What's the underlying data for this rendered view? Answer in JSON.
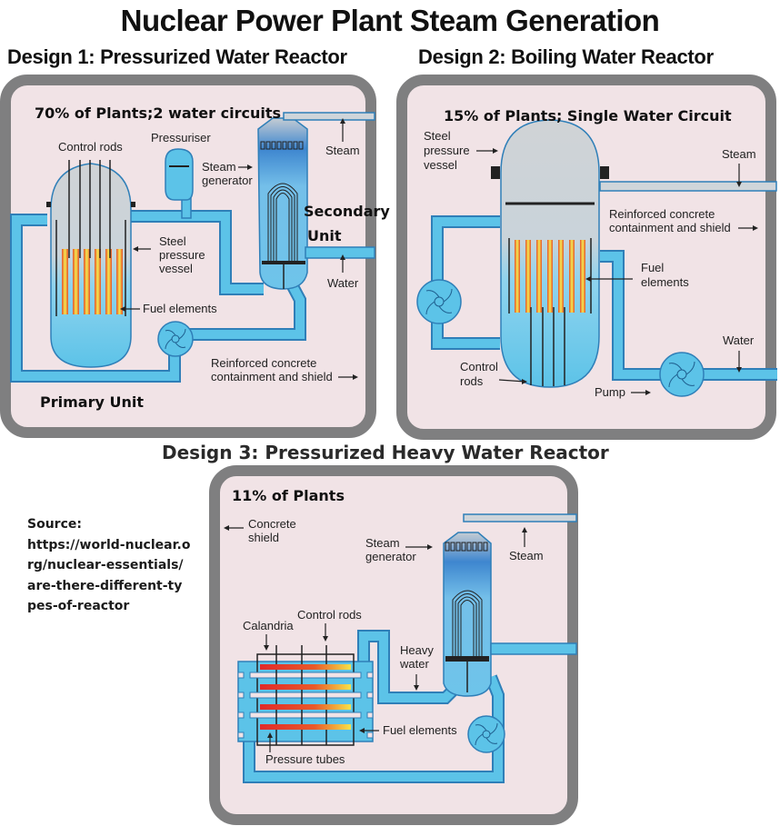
{
  "title": "Nuclear Power Plant Steam Generation",
  "designs": [
    {
      "heading": "Design 1: Pressurized Water Reactor",
      "share": "70% of Plants;2 water circuits",
      "labels": {
        "control_rods": "Control rods",
        "pressuriser": "Pressuriser",
        "steam_generator_1": "Steam",
        "steam_generator_2": "generator",
        "steam": "Steam",
        "secondary_unit_1": "Secondary",
        "secondary_unit_2": "Unit",
        "vessel_1": "Steel",
        "vessel_2": "pressure",
        "vessel_3": "vessel",
        "water": "Water",
        "fuel": "Fuel elements",
        "containment_1": "Reinforced concrete",
        "containment_2": "containment and shield",
        "primary_unit": "Primary Unit"
      }
    },
    {
      "heading": "Design 2: Boiling Water Reactor",
      "share": "15% of Plants; Single Water Circuit",
      "labels": {
        "vessel_1": "Steel",
        "vessel_2": "pressure",
        "vessel_3": "vessel",
        "steam": "Steam",
        "containment_1": "Reinforced concrete",
        "containment_2": "containment and shield",
        "fuel_1": "Fuel",
        "fuel_2": "elements",
        "water": "Water",
        "control_rods_1": "Control",
        "control_rods_2": "rods",
        "pump": "Pump"
      }
    },
    {
      "heading": "Design 3: Pressurized Heavy Water Reactor",
      "share": "11% of Plants",
      "labels": {
        "concrete_1": "Concrete",
        "concrete_2": "shield",
        "steam_generator_1": "Steam",
        "steam_generator_2": "generator",
        "steam": "Steam",
        "control_rods": "Control rods",
        "calandria": "Calandria",
        "heavy_water_1": "Heavy",
        "heavy_water_2": "water",
        "fuel": "Fuel elements",
        "pressure_tubes": "Pressure tubes"
      }
    }
  ],
  "source": {
    "label": "Source:",
    "url": "https://world-nuclear.org/nuclear-essentials/are-there-different-types-of-reactor"
  },
  "colors": {
    "panel_border": "#7f7f80",
    "panel_fill": "#f1e3e6",
    "water": "#5cc3e8",
    "water_outline": "#2f7fb8",
    "steam_pipe": "#cfd5da",
    "fuel_hot": "#f0e24a",
    "fuel_edge": "#e5522a"
  }
}
